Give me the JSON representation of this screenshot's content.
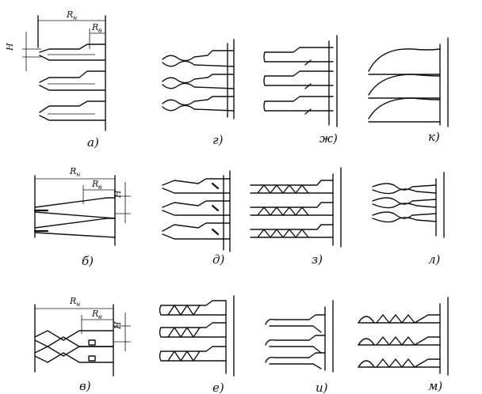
{
  "figure": {
    "panels": [
      {
        "id": "a",
        "caption": "а)"
      },
      {
        "id": "b",
        "caption": "б)"
      },
      {
        "id": "v",
        "caption": "в)"
      },
      {
        "id": "g",
        "caption": "г)"
      },
      {
        "id": "d",
        "caption": "д)"
      },
      {
        "id": "e",
        "caption": "е)"
      },
      {
        "id": "zh",
        "caption": "ж)"
      },
      {
        "id": "z",
        "caption": "з)"
      },
      {
        "id": "i",
        "caption": "и)"
      },
      {
        "id": "k",
        "caption": "к)"
      },
      {
        "id": "l",
        "caption": "л)"
      },
      {
        "id": "m",
        "caption": "м)"
      }
    ],
    "dimensions": {
      "r_outer": "R",
      "r_outer_sub": "н",
      "r_inner": "R",
      "r_inner_sub": "в",
      "height": "H"
    }
  }
}
